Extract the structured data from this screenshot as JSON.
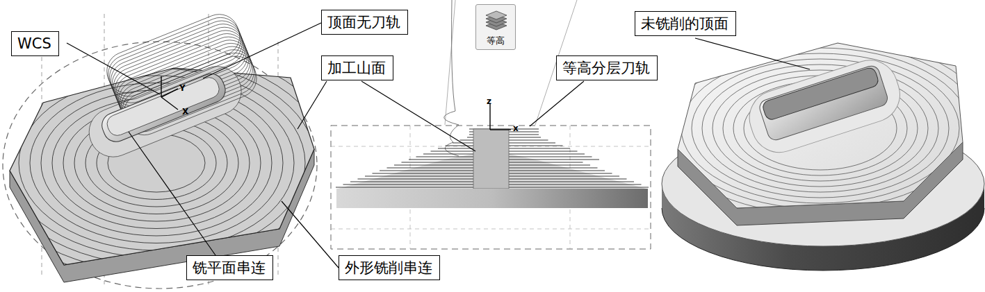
{
  "diagram": {
    "nodes": [
      {
        "text": [
          "WCS"
        ]
      },
      {
        "text": [
          "顶面无刀轨"
        ]
      },
      {
        "text": [
          "加工山面"
        ]
      },
      {
        "text": [
          "等高"
        ]
      },
      {
        "text": [
          "等高分层刀轨"
        ]
      },
      {
        "text": [
          "未铣削的顶面"
        ]
      },
      {
        "text": [
          "铣平面串连"
        ]
      },
      {
        "text": [
          "外形铣削串连"
        ]
      }
    ],
    "labels": [
      "Y",
      "X",
      "z",
      "x"
    ]
  }
}
